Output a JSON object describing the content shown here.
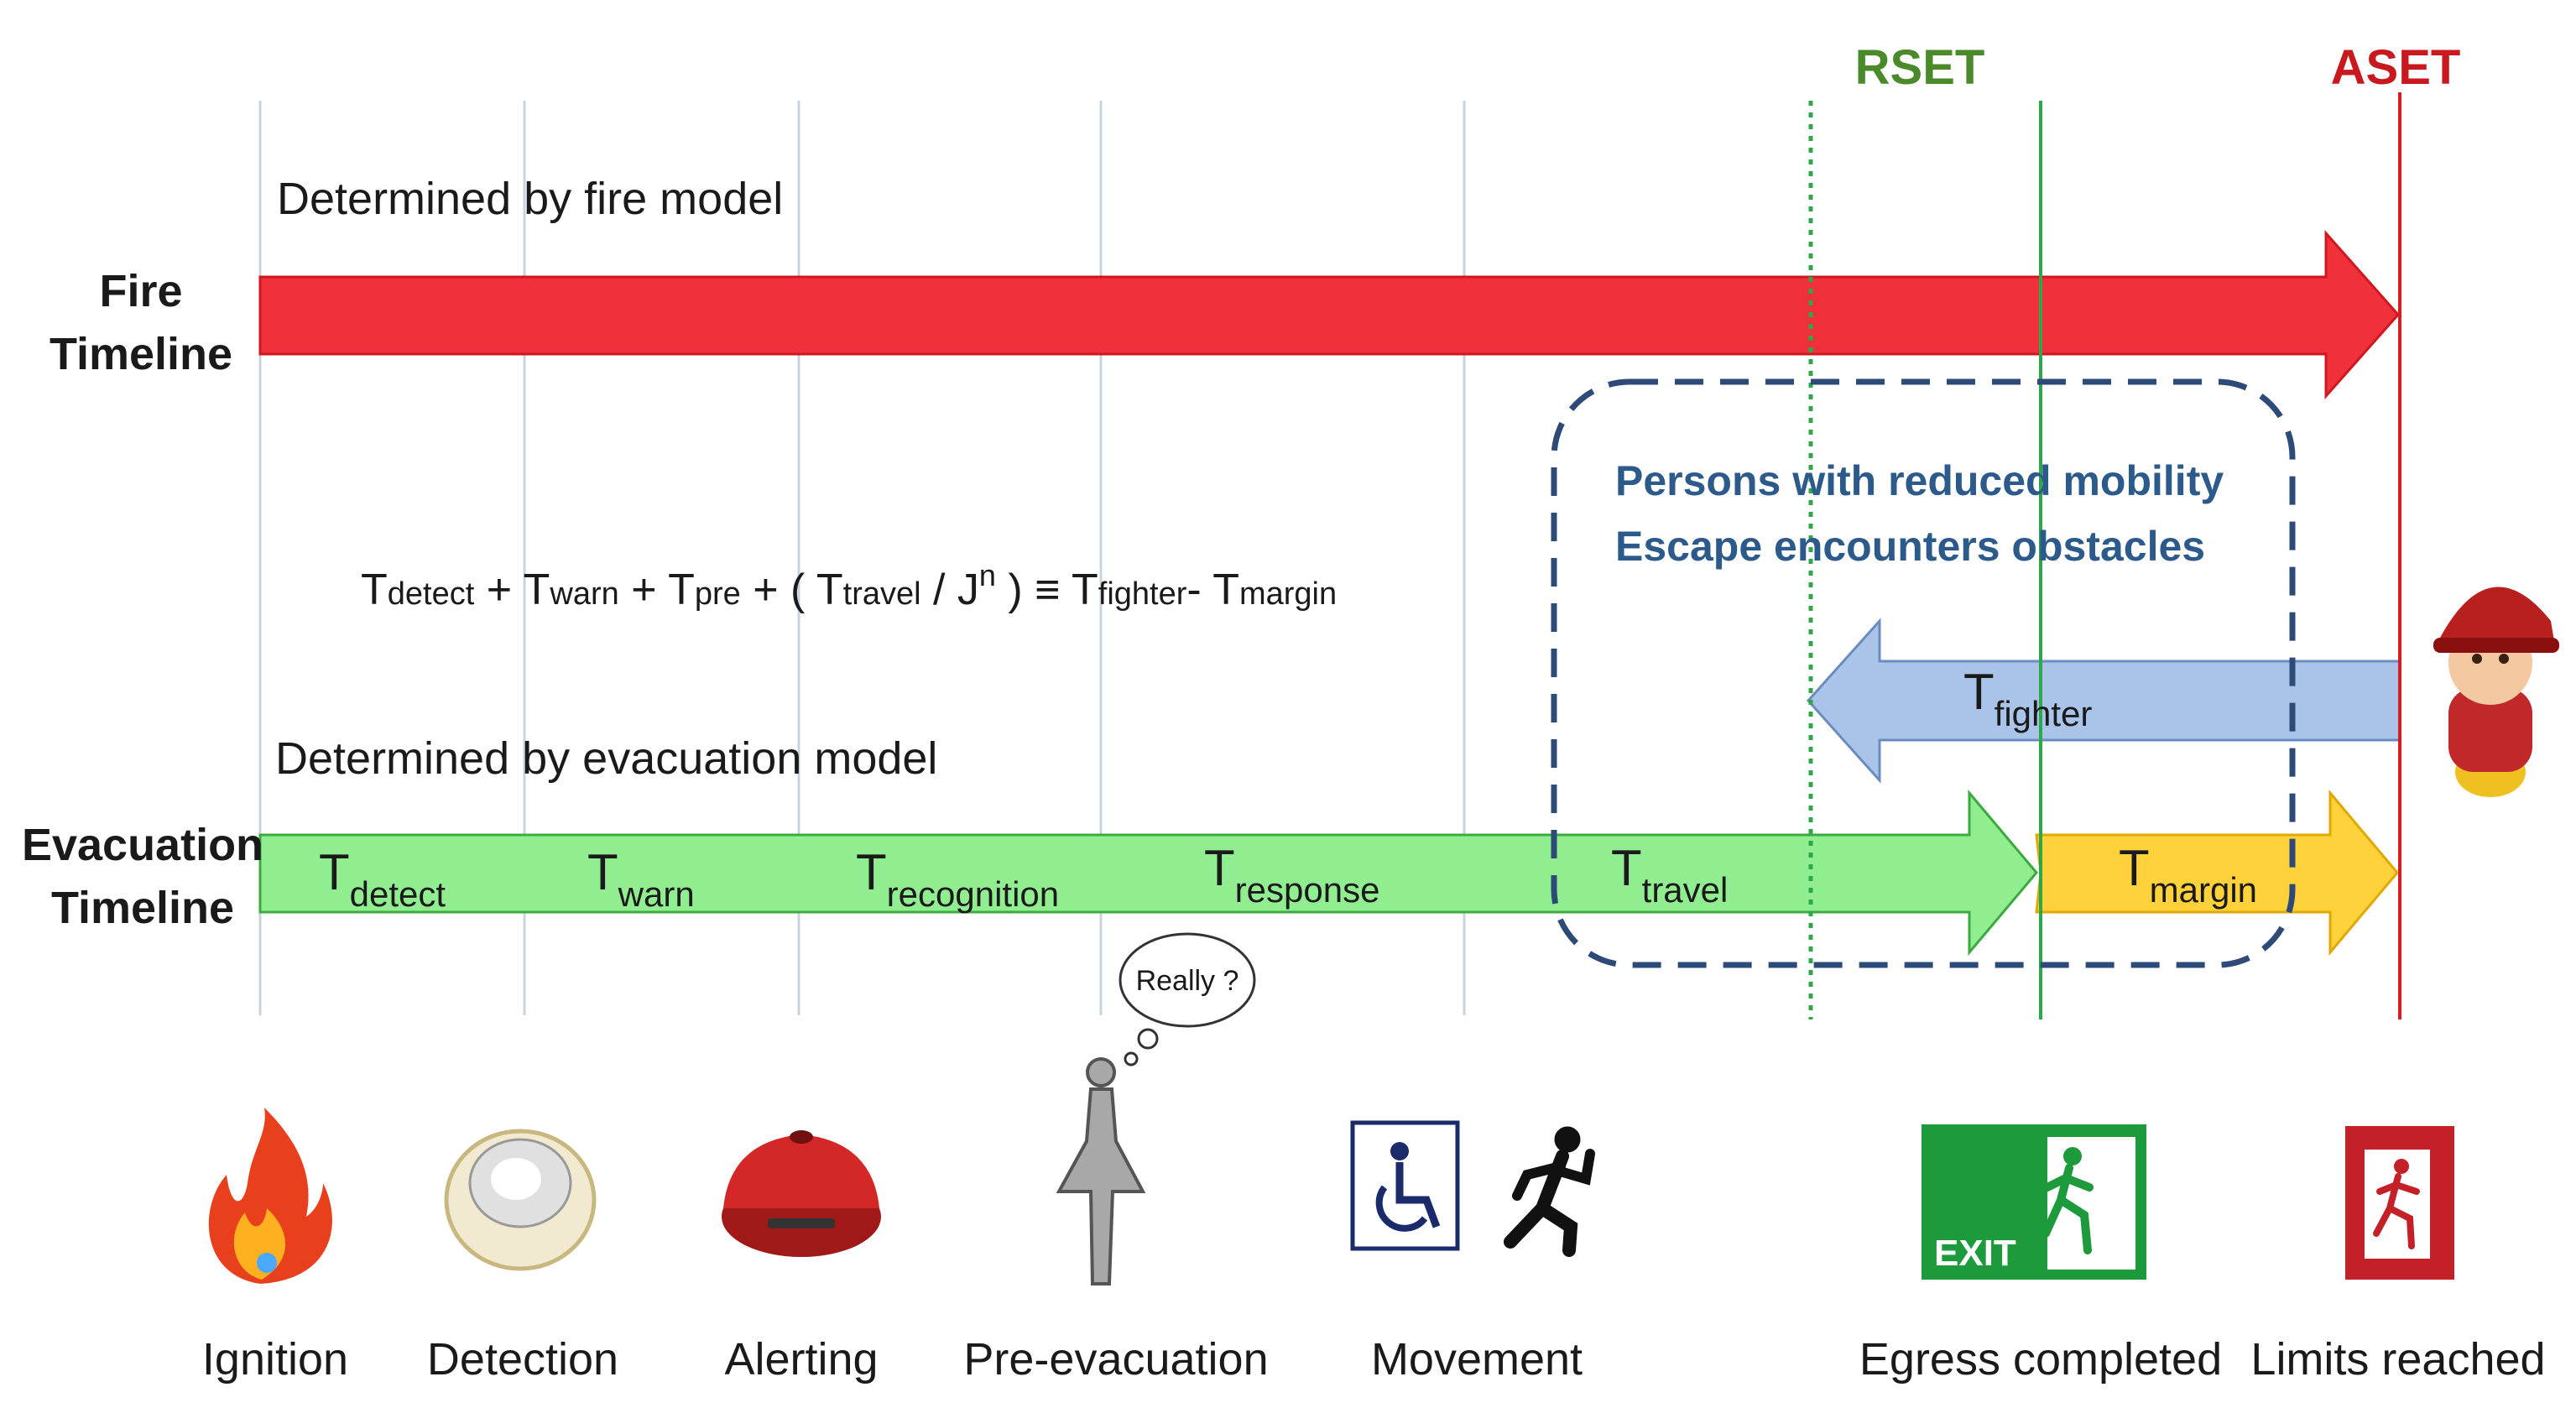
{
  "markers": {
    "rset": "RSET",
    "aset": "ASET"
  },
  "fire": {
    "label_line1": "Fire",
    "label_line2": "Timeline",
    "caption": "Determined by fire model"
  },
  "evacuation": {
    "label_line1": "Evacuation",
    "label_line2": "Timeline",
    "caption": "Determined by evacuation model",
    "segments": [
      {
        "base": "T",
        "sub": "detect"
      },
      {
        "base": "T",
        "sub": "warn"
      },
      {
        "base": "T",
        "sub": "recognition"
      },
      {
        "base": "T",
        "sub": "response"
      },
      {
        "base": "T",
        "sub": "travel"
      }
    ],
    "margin": {
      "base": "T",
      "sub": "margin"
    }
  },
  "fighter": {
    "base": "T",
    "sub": "fighter"
  },
  "equation": {
    "t1": "T",
    "s1": "detect",
    "p1": " + ",
    "t2": "T",
    "s2": "warn",
    "p2": " + ",
    "t3": "T",
    "s3": "pre",
    "p3": " + ( ",
    "t4": "T",
    "s4": "travel",
    "p4": " / J",
    "sup": "n",
    "p5": " ) ≡ ",
    "t5": "T",
    "s5": "fighter",
    "p6": "- ",
    "t6": "T",
    "s6": "margin"
  },
  "mobility_box": {
    "line1": "Persons with reduced mobility",
    "line2": "Escape encounters obstacles"
  },
  "thought_bubble": "Really ?",
  "exit_sign_text": "EXIT",
  "stages": [
    {
      "label": "Ignition",
      "icon": "flame-icon"
    },
    {
      "label": "Detection",
      "icon": "smoke-detector-icon"
    },
    {
      "label": "Alerting",
      "icon": "alarm-bell-icon"
    },
    {
      "label": "Pre-evacuation",
      "icon": "person-thinking-icon"
    },
    {
      "label": "Movement",
      "icon": "wheelchair-runner-icon"
    },
    {
      "label": "Egress completed",
      "icon": "green-exit-sign-icon"
    },
    {
      "label": "Limits reached",
      "icon": "red-exit-sign-icon"
    }
  ],
  "colors": {
    "fire_arrow": "#f0303a",
    "evac_arrow": "#90ee90",
    "margin_arrow": "#ffd23c",
    "fighter_arrow": "#a9c4e8",
    "rset": "#4a8a2a",
    "aset": "#c8191e",
    "box_dash": "#2e4a78",
    "box_text": "#2c5a8a"
  }
}
